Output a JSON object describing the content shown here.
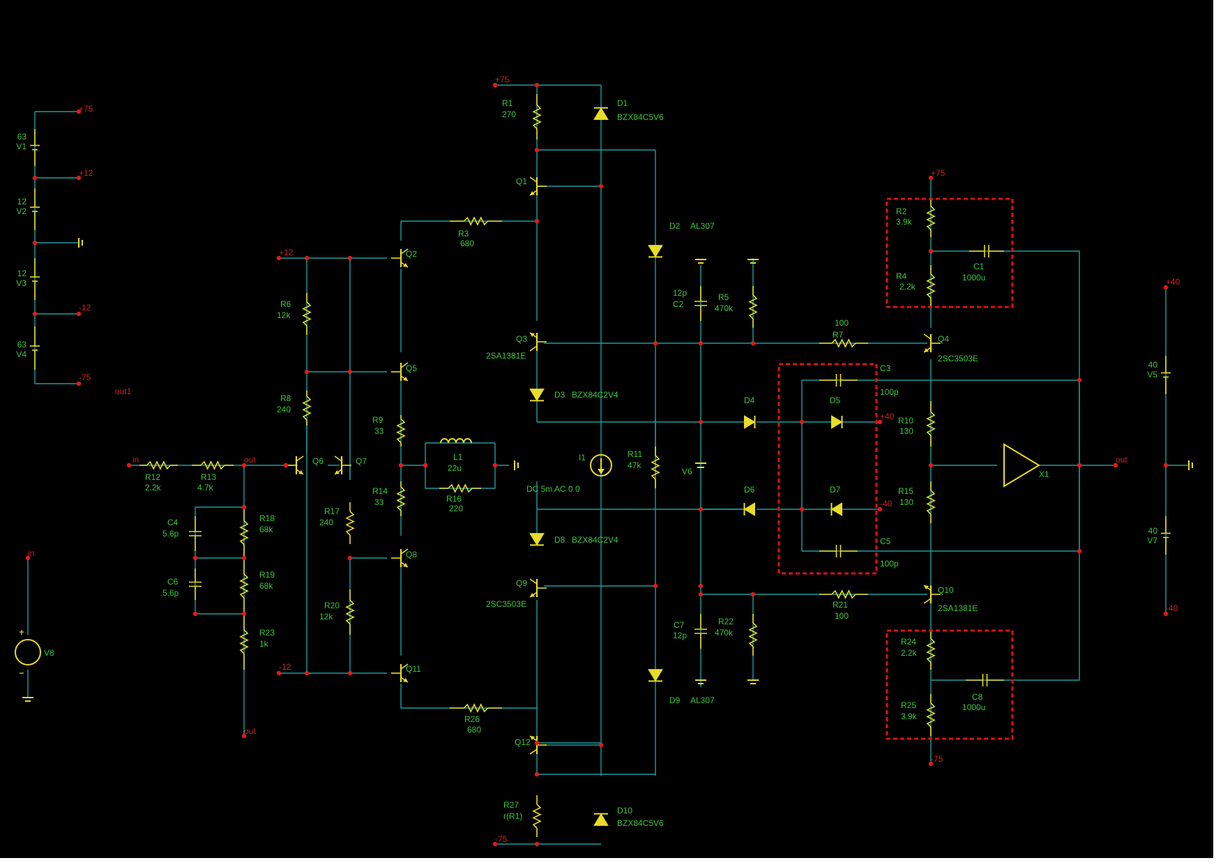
{
  "colors": {
    "background": "#000000",
    "wire": "#1e9ca0",
    "component": "#e8dc28",
    "label": "#3cc43c",
    "node": "#e21a1a",
    "net_label": "#cc2222",
    "highlight_box": "#dd1111"
  },
  "supplies": {
    "v1": {
      "name": "V1",
      "value": "63"
    },
    "v2": {
      "name": "V2",
      "value": "12"
    },
    "v3": {
      "name": "V3",
      "value": "12"
    },
    "v4": {
      "name": "V4",
      "value": "63"
    },
    "v5": {
      "name": "V5",
      "value": "40"
    },
    "v7": {
      "name": "V7",
      "value": "40"
    },
    "v8": {
      "name": "V8"
    }
  },
  "nets": {
    "p75": "+75",
    "p12": "+12",
    "m12": "-12",
    "m75": "-75",
    "p40": "+40",
    "m40": "-40",
    "in": "in",
    "out": "out",
    "out1": "out1"
  },
  "resistors": [
    {
      "id": "r1",
      "name": "R1",
      "value": "270"
    },
    {
      "id": "r2",
      "name": "R2",
      "value": "3.9k"
    },
    {
      "id": "r3",
      "name": "R3",
      "value": "680"
    },
    {
      "id": "r4",
      "name": "R4",
      "value": "2.2k"
    },
    {
      "id": "r5",
      "name": "R5",
      "value": "470k"
    },
    {
      "id": "r6",
      "name": "R6",
      "value": "12k"
    },
    {
      "id": "r7",
      "name": "R7",
      "value": "100"
    },
    {
      "id": "r8",
      "name": "R8",
      "value": "240"
    },
    {
      "id": "r9",
      "name": "R9",
      "value": "33"
    },
    {
      "id": "r10",
      "name": "R10",
      "value": "130"
    },
    {
      "id": "r11",
      "name": "R11",
      "value": "47k"
    },
    {
      "id": "r12",
      "name": "R12",
      "value": "2.2k"
    },
    {
      "id": "r13",
      "name": "R13",
      "value": "4.7k"
    },
    {
      "id": "r14",
      "name": "R14",
      "value": "33"
    },
    {
      "id": "r15",
      "name": "R15",
      "value": "130"
    },
    {
      "id": "r16",
      "name": "R16",
      "value": "220"
    },
    {
      "id": "r17",
      "name": "R17",
      "value": "240"
    },
    {
      "id": "r18",
      "name": "R18",
      "value": "68k"
    },
    {
      "id": "r19",
      "name": "R19",
      "value": "68k"
    },
    {
      "id": "r20",
      "name": "R20",
      "value": "12k"
    },
    {
      "id": "r21",
      "name": "R21",
      "value": "100"
    },
    {
      "id": "r22",
      "name": "R22",
      "value": "470k"
    },
    {
      "id": "r23",
      "name": "R23",
      "value": "1k"
    },
    {
      "id": "r24",
      "name": "R24",
      "value": "2.2k"
    },
    {
      "id": "r25",
      "name": "R25",
      "value": "3.9k"
    },
    {
      "id": "r26",
      "name": "R26",
      "value": "680"
    },
    {
      "id": "r27",
      "name": "R27",
      "value": "r(R1)"
    }
  ],
  "capacitors": [
    {
      "id": "c1",
      "name": "C1",
      "value": "1000u"
    },
    {
      "id": "c2",
      "name": "C2",
      "value": "12p"
    },
    {
      "id": "c3",
      "name": "C3",
      "value": "100p"
    },
    {
      "id": "c4",
      "name": "C4",
      "value": "5.6p"
    },
    {
      "id": "c5",
      "name": "C5",
      "value": "100p"
    },
    {
      "id": "c6",
      "name": "C6",
      "value": "5.6p"
    },
    {
      "id": "c7",
      "name": "C7",
      "value": "12p"
    },
    {
      "id": "c8",
      "name": "C8",
      "value": "1000u"
    }
  ],
  "transistors": [
    {
      "id": "q1",
      "name": "Q1",
      "part": ""
    },
    {
      "id": "q2",
      "name": "Q2",
      "part": ""
    },
    {
      "id": "q3",
      "name": "Q3",
      "part": "2SA1381E"
    },
    {
      "id": "q4",
      "name": "Q4",
      "part": "2SC3503E"
    },
    {
      "id": "q5",
      "name": "Q5",
      "part": ""
    },
    {
      "id": "q6",
      "name": "Q6",
      "part": ""
    },
    {
      "id": "q7",
      "name": "Q7",
      "part": ""
    },
    {
      "id": "q8",
      "name": "Q8",
      "part": ""
    },
    {
      "id": "q9",
      "name": "Q9",
      "part": "2SC3503E"
    },
    {
      "id": "q10",
      "name": "Q10",
      "part": "2SA1381E"
    },
    {
      "id": "q11",
      "name": "Q11",
      "part": ""
    },
    {
      "id": "q12",
      "name": "Q12",
      "part": ""
    }
  ],
  "diodes": [
    {
      "id": "d1",
      "name": "D1",
      "part": "BZX84C5V6"
    },
    {
      "id": "d2",
      "name": "D2",
      "part": "AL307"
    },
    {
      "id": "d3",
      "name": "D3",
      "part": "BZX84C2V4"
    },
    {
      "id": "d4",
      "name": "D4",
      "part": ""
    },
    {
      "id": "d5",
      "name": "D5",
      "part": ""
    },
    {
      "id": "d6",
      "name": "D6",
      "part": ""
    },
    {
      "id": "d7",
      "name": "D7",
      "part": ""
    },
    {
      "id": "d8",
      "name": "D8",
      "part": "BZX84C2V4"
    },
    {
      "id": "d9",
      "name": "D9",
      "part": "AL307"
    },
    {
      "id": "d10",
      "name": "D10",
      "part": "BZX84C5V6"
    }
  ],
  "other": {
    "l1": {
      "name": "L1",
      "value": "22u"
    },
    "i1": {
      "name": "I1",
      "value": "DC 5m AC 0 0"
    },
    "v6": {
      "name": "V6"
    },
    "x1": {
      "name": "X1"
    }
  }
}
